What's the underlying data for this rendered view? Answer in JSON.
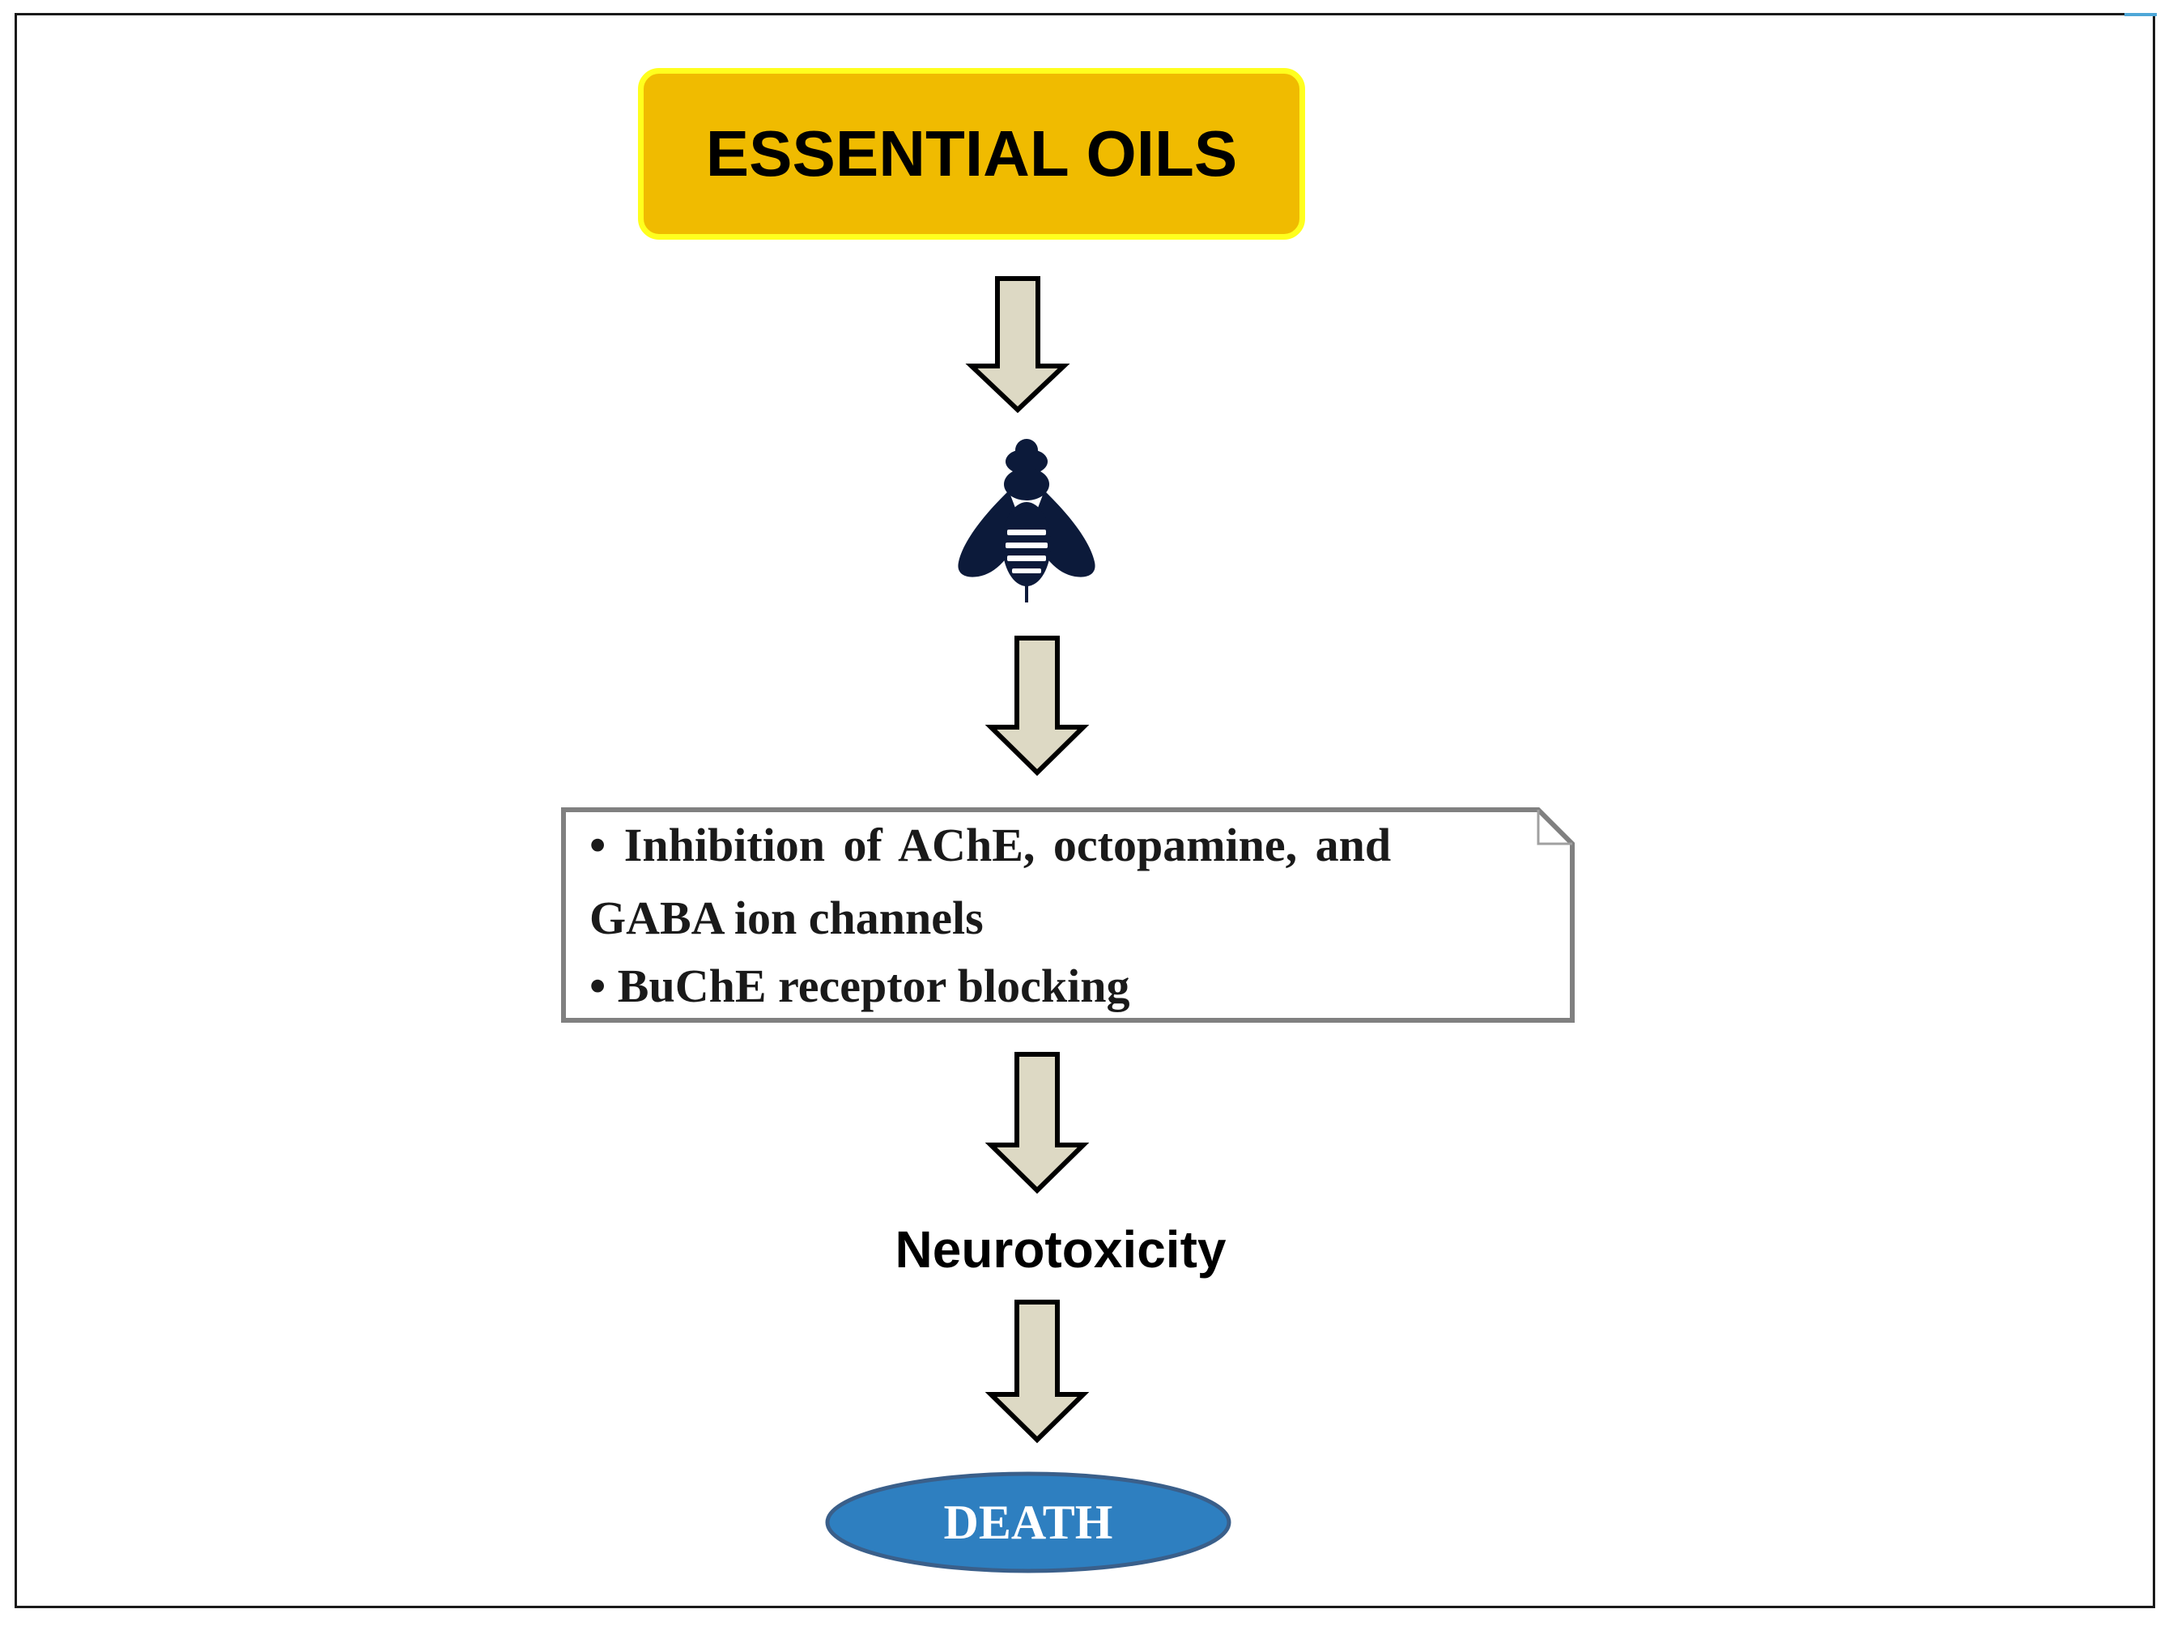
{
  "title": "ESSENTIAL OILS",
  "insect_icon": "bee-icon",
  "effects": {
    "line1": "• Inhibition of AChE, octopamine, and",
    "line2": "GABA ion channels",
    "line3": "• BuChE receptor blocking"
  },
  "outcome": "Neurotoxicity",
  "final": "DEATH",
  "colors": {
    "title_fill": "#f0bb00",
    "title_border": "#ffff1e",
    "arrow_fill": "#ddd9c4",
    "arrow_stroke": "#000000",
    "insect": "#0c1a3a",
    "box_border": "#808080",
    "death_fill": "#2e7fc0",
    "death_stroke": "#3a5f8a"
  }
}
